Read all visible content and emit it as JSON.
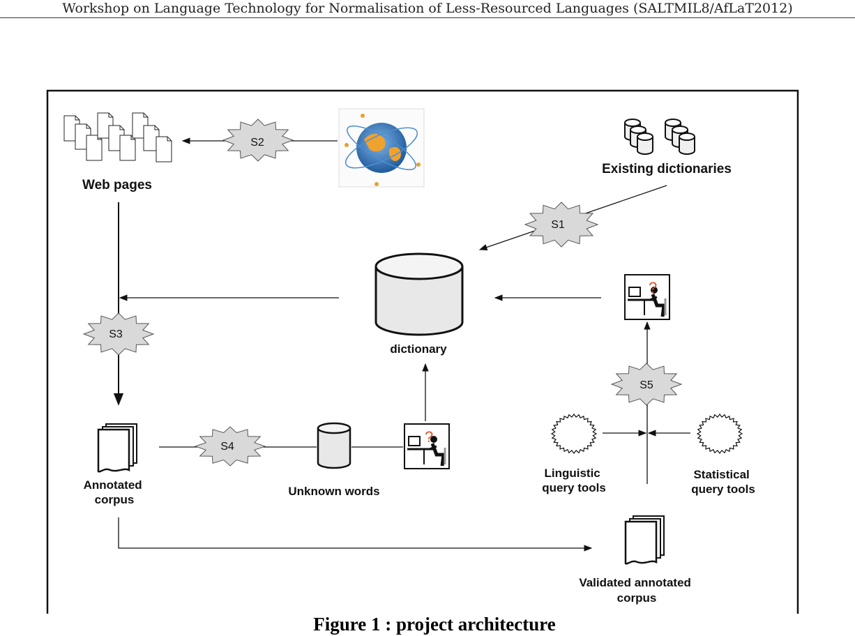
{
  "header": {
    "running_title": "Workshop on Language Technology for Normalisation of Less-Resourced Languages (SALTMIL8/AfLaT2012)"
  },
  "diagram": {
    "web_pages": "Web pages",
    "existing_dictionaries": "Existing dictionaries",
    "dictionary": "dictionary",
    "annotated_corpus": [
      "Annotated",
      "corpus"
    ],
    "unknown_words": "Unknown words",
    "linguistic_query_tools": [
      "Linguistic",
      "query tools"
    ],
    "statistical_query_tools": [
      "Statistical",
      "query tools"
    ],
    "validated_annotated_corpus": [
      "Validated annotated",
      "corpus"
    ],
    "steps": {
      "s1": "S1",
      "s2": "S2",
      "s3": "S3",
      "s4": "S4",
      "s5": "S5"
    },
    "question_mark": "?"
  },
  "caption": "Figure 1 : project architecture",
  "colors": {
    "burst_fill": "#d9d9d9",
    "cylinder_fill": "#e8e8e8",
    "globe_blue": "#2f6fb5",
    "globe_orange": "#f0a22e",
    "question_mark": "#e0552a"
  }
}
